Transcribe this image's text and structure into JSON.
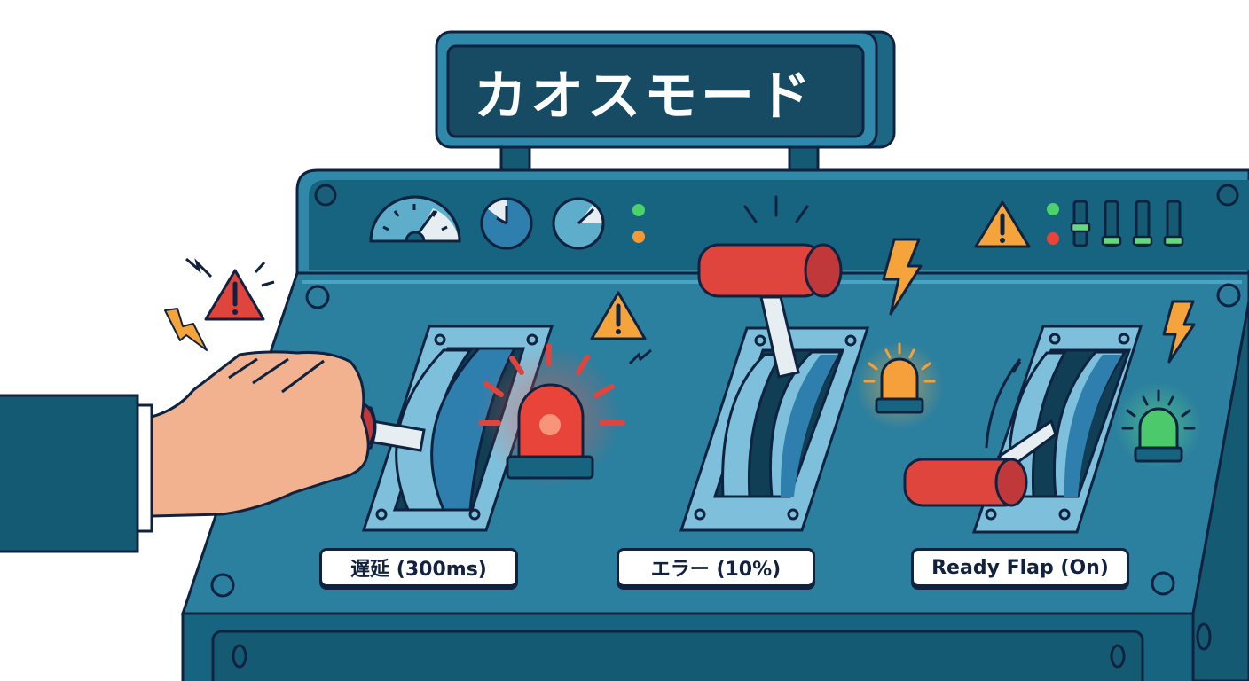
{
  "sign": {
    "title": "カオスモード"
  },
  "controls": [
    {
      "id": "latency",
      "label": "遅延 (300ms)",
      "lever_state": "pulled",
      "beacon": "red",
      "beacon_color": "#e8443a"
    },
    {
      "id": "error",
      "label": "エラー (10%)",
      "lever_state": "up",
      "beacon": "amber",
      "beacon_color": "#f5a03a"
    },
    {
      "id": "ready-flap",
      "label": "Ready Flap (On)",
      "lever_state": "down",
      "beacon": "green",
      "beacon_color": "#4cc96a"
    }
  ],
  "top_panel": {
    "gauges": [
      "speedometer",
      "pie-timer-1",
      "pie-timer-2"
    ],
    "indicator_lights": [
      {
        "color": "#4cd26b"
      },
      {
        "color": "#f39a36"
      }
    ],
    "warning_icon": "warning-triangle",
    "status_lights": [
      {
        "color": "#4cd26b"
      },
      {
        "color": "#e8443a"
      }
    ],
    "sliders": [
      {
        "level": 0.55
      },
      {
        "level": 0.1
      },
      {
        "level": 0.1
      },
      {
        "level": 0.1
      }
    ]
  },
  "colors": {
    "panel_dark": "#155a73",
    "panel_mid": "#2b80a0",
    "panel_light": "#4ba3c3",
    "outline": "#0f2340",
    "lever_red": "#e0453d",
    "warning_orange": "#f5a43c",
    "alert_red": "#e0453d",
    "skin": "#f2b28f",
    "sleeve": "#155a73"
  }
}
